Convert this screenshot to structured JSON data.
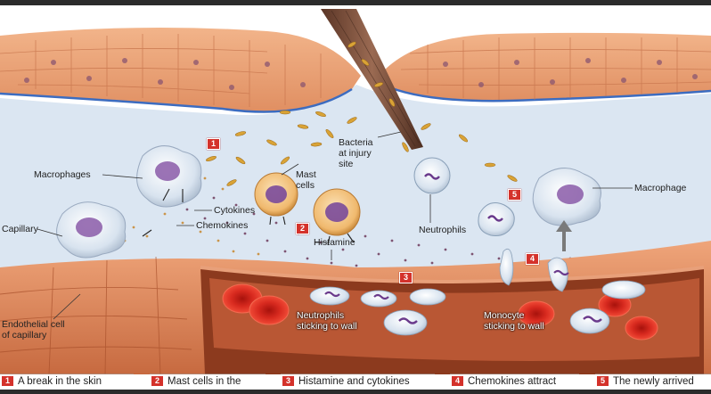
{
  "labels": {
    "macrophages": "Macrophages",
    "mast_cells": "Mast\ncells",
    "bacteria": "Bacteria\nat injury\nsite",
    "macrophage": "Macrophage",
    "cytokines": "Cytokines",
    "chemokines": "Chemokines",
    "capillary": "Capillary",
    "histamine": "Histamine",
    "neutrophils": "Neutrophils",
    "endothelial": "Endothelial cell\nof capillary",
    "neutrophils_wall": "Neutrophils\nsticking to wall",
    "monocyte_wall": "Monocyte\nsticking to wall"
  },
  "badges": [
    "1",
    "2",
    "3",
    "4",
    "5"
  ],
  "steps": [
    {
      "num": "1",
      "text": "A break in the skin"
    },
    {
      "num": "2",
      "text": "Mast cells in the"
    },
    {
      "num": "3",
      "text": "Histamine and cytokines"
    },
    {
      "num": "4",
      "text": "Chemokines attract"
    },
    {
      "num": "5",
      "text": "The newly arrived"
    }
  ],
  "colors": {
    "skin": "#e9a377",
    "skin_dark": "#c7744c",
    "tissue": "#dbe6f2",
    "vessel": "#d9794f",
    "vessel_inner": "#a84a2a",
    "rbc": "#d82a1f",
    "bacteria": "#d9a336",
    "badge": "#d4322b"
  }
}
